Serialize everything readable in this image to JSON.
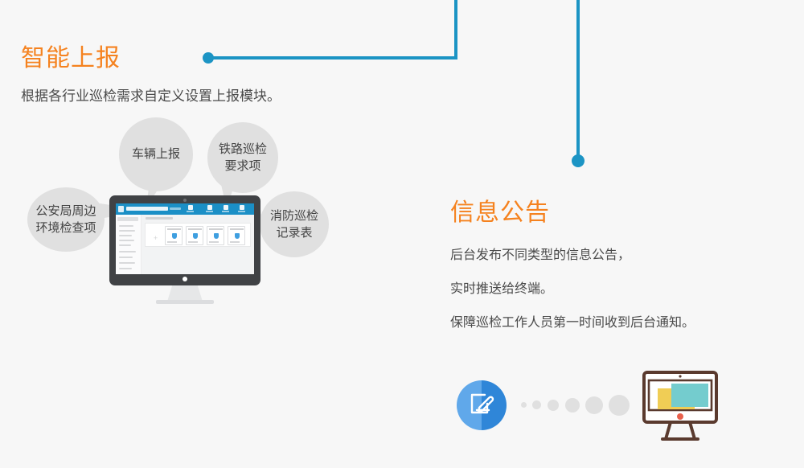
{
  "page": {
    "background": "#f7f7f7",
    "accent_orange": "#f5821f",
    "accent_blue": "#1c94c4",
    "bubble_gray": "#e0e0e0",
    "text_gray": "#4a4a4a"
  },
  "left_section": {
    "title": "智能上报",
    "subtitle": "根据各行业巡检需求自定义设置上报模块。",
    "bubbles": [
      {
        "lines": [
          "车辆上报"
        ]
      },
      {
        "lines": [
          "铁路巡检",
          "要求项"
        ]
      },
      {
        "lines": [
          "公安局周边",
          "环境检查项"
        ]
      },
      {
        "lines": [
          "消防巡检",
          "记录表"
        ]
      }
    ]
  },
  "right_section": {
    "title": "信息公告",
    "lines": [
      "后台发布不同类型的信息公告，",
      "实时推送给终端。",
      "保障巡检工作人员第一时间收到后台通知。"
    ]
  },
  "icons": {
    "edit": "edit-document-icon",
    "dots": "progress-dots",
    "monitor": "desktop-monitor-icon",
    "dot_sizes": [
      7,
      11,
      14,
      18,
      22,
      26
    ]
  }
}
